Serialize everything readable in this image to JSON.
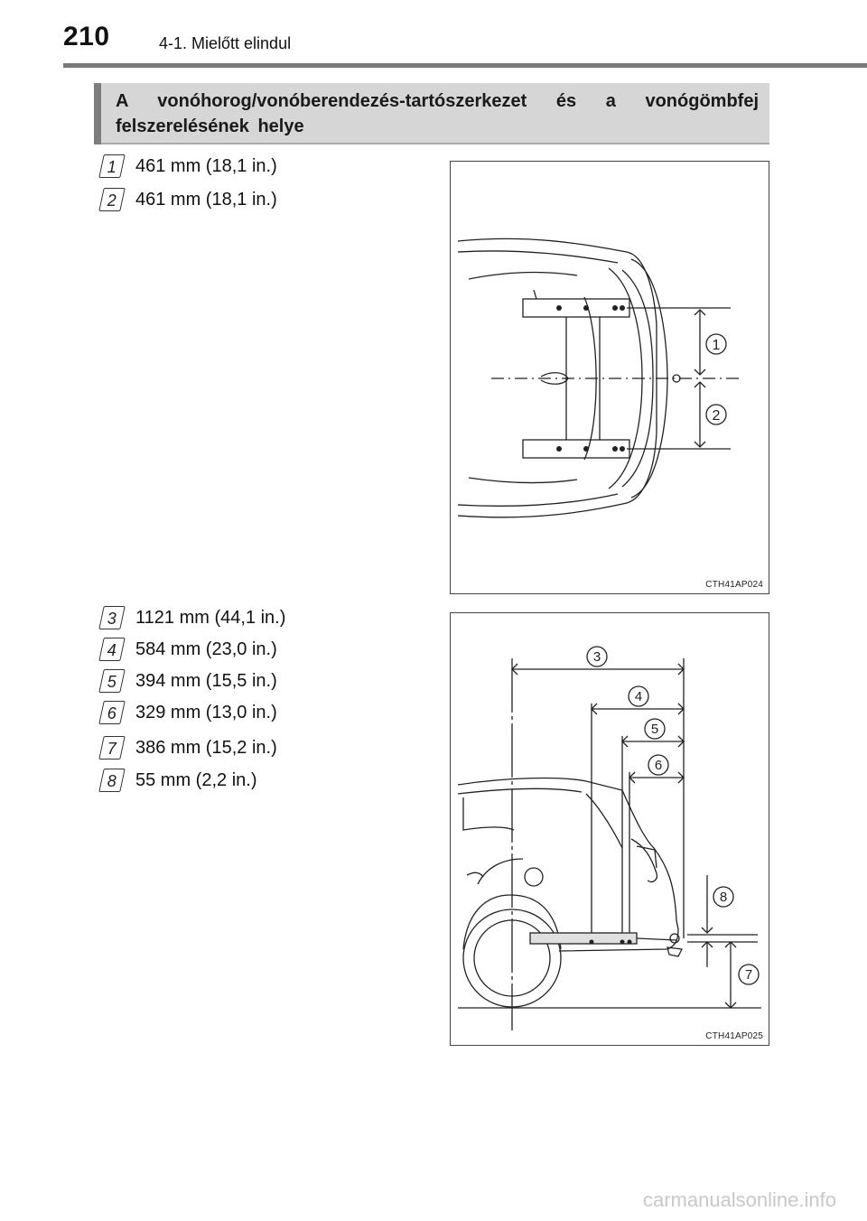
{
  "header": {
    "page_number": "210",
    "section": "4-1. Mielőtt elindul"
  },
  "subheading": "A vonóhorog/vonóberendezés-tartószerkezet és a vonógömbfej felszerelésének helye",
  "list_top": [
    {
      "num": "1",
      "text": "461 mm (18,1 in.)"
    },
    {
      "num": "2",
      "text": "461 mm (18,1 in.)"
    }
  ],
  "list_bottom": [
    {
      "num": "3",
      "text": "1121 mm (44,1 in.)"
    },
    {
      "num": "4",
      "text": "584 mm (23,0 in.)"
    },
    {
      "num": "5",
      "text": "394 mm (15,5 in.)"
    },
    {
      "num": "6",
      "text": "329 mm (13,0 in.)"
    },
    {
      "num": "7",
      "text": "386 mm (15,2 in.)"
    },
    {
      "num": "8",
      "text": "55 mm (2,2 in.)"
    }
  ],
  "figure_top": {
    "code": "CTH41AP024",
    "callouts": [
      "1",
      "2"
    ]
  },
  "figure_bottom": {
    "code": "CTH41AP025",
    "callouts": [
      "3",
      "4",
      "5",
      "6",
      "8",
      "7"
    ]
  },
  "footer": {
    "watermark": "carmanualsonline.info"
  }
}
